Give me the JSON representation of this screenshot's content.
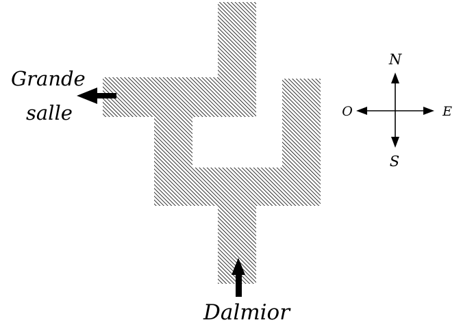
{
  "labels": {
    "exit_west_line1": "Grande",
    "exit_west_line2": "salle",
    "entrance_south": "Dalmior"
  },
  "compass": {
    "north": "N",
    "south": "S",
    "east": "E",
    "west": "O"
  },
  "colors": {
    "hatch": "#000000",
    "arrow": "#000000",
    "background": "#ffffff"
  }
}
